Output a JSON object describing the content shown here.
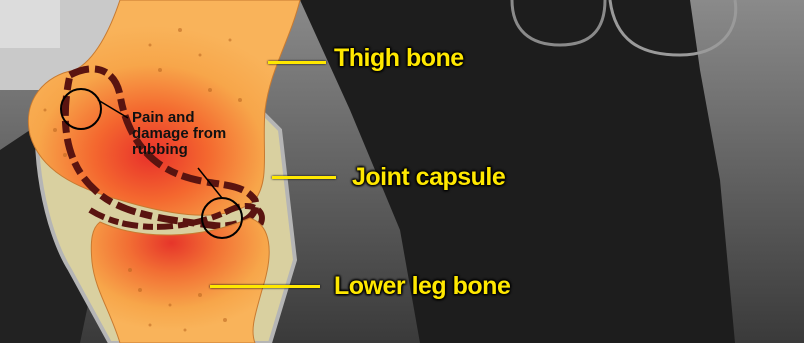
{
  "labels": {
    "thigh_bone": "Thigh bone",
    "joint_capsule": "Joint capsule",
    "lower_leg_bone": "Lower leg bone",
    "pain_line1": "Pain and",
    "pain_line2": "damage from",
    "pain_line3": "rubbing"
  },
  "colors": {
    "label": "#ffe800",
    "bone": "#f7a64a",
    "inflamed": "#e8402a",
    "cartilage_damage": "#5a1410",
    "background": "#4a4a4a",
    "leg_shadow": "#1c1c1c"
  }
}
